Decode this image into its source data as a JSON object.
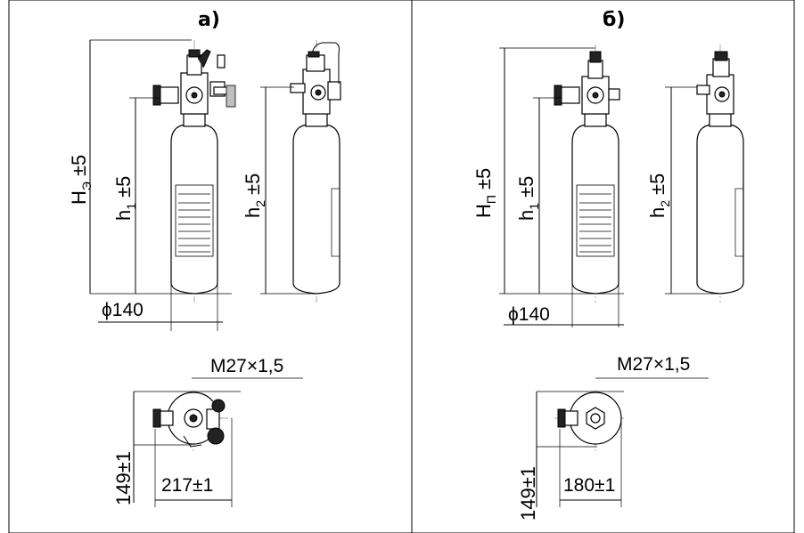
{
  "panels": [
    {
      "id": "a",
      "title": "а)",
      "height_total": {
        "main": "H",
        "sub": "Э",
        "tol": "±5"
      },
      "height_body": {
        "main": "h",
        "sub": "1",
        "tol": "±5"
      },
      "height_side": {
        "main": "h",
        "sub": "2",
        "tol": "±5"
      },
      "diameter": "ϕ140",
      "thread": "M27×1,5",
      "plan_height": "149±1",
      "plan_width": "217±1"
    },
    {
      "id": "b",
      "title": "б)",
      "height_total": {
        "main": "H",
        "sub": "П",
        "tol": "±5"
      },
      "height_body": {
        "main": "h",
        "sub": "1",
        "tol": "±5"
      },
      "height_side": {
        "main": "h",
        "sub": "2",
        "tol": "±5"
      },
      "diameter": "ϕ140",
      "thread": "M27×1,5",
      "plan_height": "149±1",
      "plan_width": "180±1"
    }
  ]
}
